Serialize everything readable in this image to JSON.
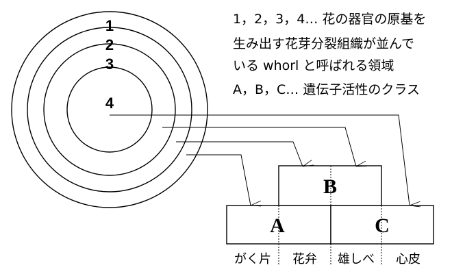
{
  "whorl_numbers": [
    "1",
    "2",
    "3",
    "4"
  ],
  "notes": [
    "1，2，3，4… 花の器官の原基を",
    "生み出す花芽分裂組織が並んで",
    "いる whorl と呼ばれる領域",
    "A，B，C… 遺伝子活性のクラス"
  ],
  "classes": {
    "a": "A",
    "b": "B",
    "c": "C"
  },
  "organs": [
    "がく片",
    "花弁",
    "雄しべ",
    "心皮"
  ]
}
